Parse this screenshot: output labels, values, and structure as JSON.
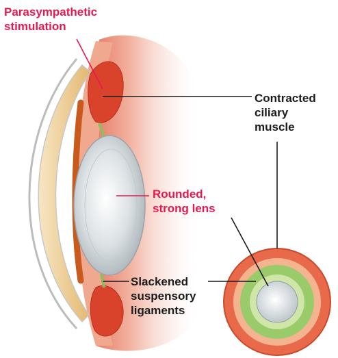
{
  "labels": {
    "parasympathetic": [
      "Parasympathetic",
      "stimulation"
    ],
    "ciliary": [
      "Contracted",
      "ciliary",
      "muscle"
    ],
    "lens": [
      "Rounded,",
      "strong lens"
    ],
    "ligaments": [
      "Slackened",
      "suspensory",
      "ligaments"
    ]
  },
  "colors": {
    "accent_label": "#e8184f",
    "body_label": "#1b1b1b",
    "ciliary_muscle": "#d9432c",
    "eye_wall": "#f2b8a0",
    "lens": "#d8dde0",
    "ligaments": "#9acb6a"
  }
}
